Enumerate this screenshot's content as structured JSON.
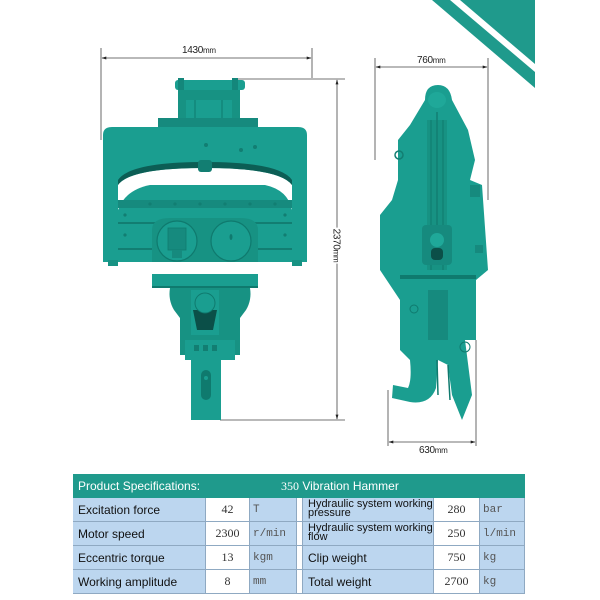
{
  "dimensions": {
    "front_width": {
      "value": "1430",
      "unit": "mm"
    },
    "height": {
      "value": "2370",
      "unit": "mm"
    },
    "side_width_top": {
      "value": "760",
      "unit": "mm"
    },
    "side_width_bottom": {
      "value": "630",
      "unit": "mm"
    }
  },
  "colors": {
    "machine": "#1a9e90",
    "machine_dark": "#0f7a6e",
    "machine_light": "#2bb3a3",
    "header_bg": "#1f9a8c",
    "cell_bg": "#bcd6ef",
    "corner_deco": "#1f9a8c"
  },
  "table": {
    "header": {
      "title": "Product Specifications:",
      "model_number": "350",
      "model_name": " Vibration Hammer"
    },
    "rows": [
      {
        "left": {
          "label": "Excitation force",
          "value": "42",
          "unit": "T"
        },
        "right": {
          "label": "Hydraulic system working pressure",
          "value": "280",
          "unit": "bar"
        }
      },
      {
        "left": {
          "label": "Motor speed",
          "value": "2300",
          "unit": "r/min"
        },
        "right": {
          "label": "Hydraulic system working flow",
          "value": "250",
          "unit": "l/min"
        }
      },
      {
        "left": {
          "label": "Eccentric torque",
          "value": "13",
          "unit": "kgm"
        },
        "right": {
          "label": "Clip weight",
          "value": "750",
          "unit": "kg"
        }
      },
      {
        "left": {
          "label": "Working amplitude",
          "value": "8",
          "unit": "mm"
        },
        "right": {
          "label": "Total weight",
          "value": "2700",
          "unit": "kg"
        }
      }
    ]
  }
}
